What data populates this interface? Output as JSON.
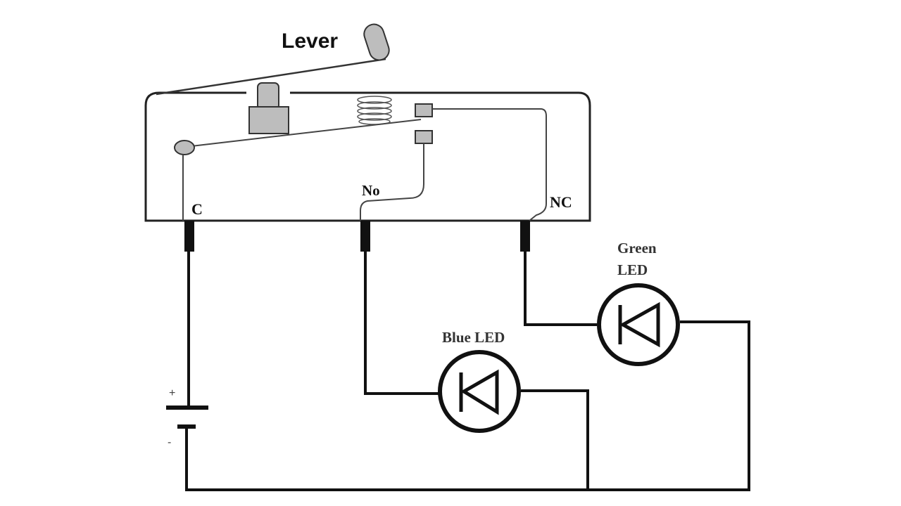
{
  "labels": {
    "lever": "Lever",
    "common": "C",
    "normally_open": "No",
    "normally_closed": "NC",
    "green_led_line1": "Green",
    "green_led_line2": "LED",
    "blue_led": "Blue LED",
    "battery_plus": "+",
    "battery_minus": "-"
  },
  "colors": {
    "line": "#111111",
    "housing": "#222222",
    "component_fill": "#bdbdbd",
    "background": "#ffffff"
  }
}
